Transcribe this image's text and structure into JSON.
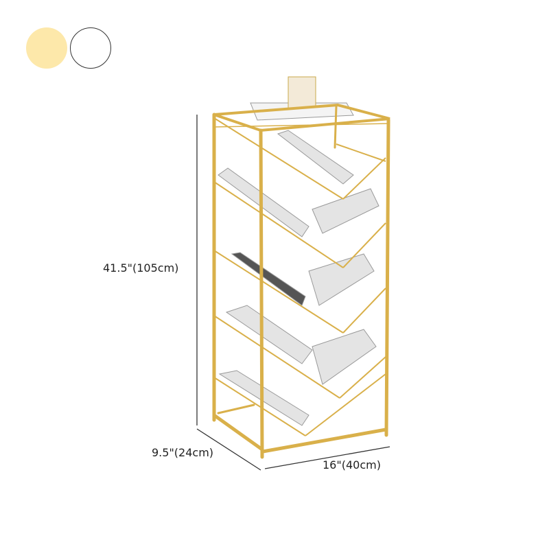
{
  "color_options": [
    {
      "name": "gold",
      "color": "#FDE8AA",
      "selected": false
    },
    {
      "name": "white",
      "color": "#FFFFFF",
      "selected": false
    }
  ],
  "dimensions": {
    "height": "41.5\"(105cm)",
    "depth": "9.5\"(24cm)",
    "width": "16\"(40cm)"
  },
  "colors": {
    "frame": "#D9B04A",
    "dimension_line": "#333333"
  }
}
